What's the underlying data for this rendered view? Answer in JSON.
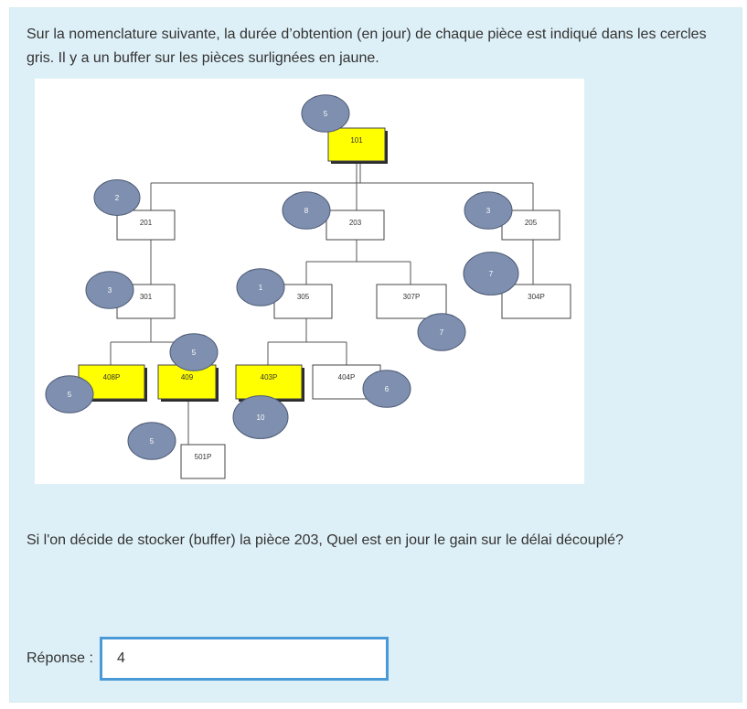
{
  "question": {
    "intro": "Sur la nomenclature suivante, la durée d’obtention (en jour) de chaque pièce est indiqué dans les cercles gris. Il y a un buffer sur les pièces surlignées en jaune.",
    "sub_question": "Si l'on décide de stocker (buffer) la pièce 203, Quel est en jour le gain sur le délai découplé?",
    "answer_label": "Réponse :",
    "answer_value": "4"
  },
  "diagram": {
    "nodes": [
      {
        "id": "101",
        "highlight": true,
        "duration": "5"
      },
      {
        "id": "201",
        "highlight": false,
        "duration": "2"
      },
      {
        "id": "203",
        "highlight": false,
        "duration": "8"
      },
      {
        "id": "205",
        "highlight": false,
        "duration": "3"
      },
      {
        "id": "301",
        "highlight": false,
        "duration": "3"
      },
      {
        "id": "305",
        "highlight": false,
        "duration": "1"
      },
      {
        "id": "307P",
        "highlight": false,
        "duration": "7"
      },
      {
        "id": "304P",
        "highlight": false,
        "duration": "7"
      },
      {
        "id": "408P",
        "highlight": true,
        "duration": "5"
      },
      {
        "id": "409",
        "highlight": true,
        "duration": "5"
      },
      {
        "id": "403P",
        "highlight": true,
        "duration": "10"
      },
      {
        "id": "404P",
        "highlight": false,
        "duration": "6"
      },
      {
        "id": "501P",
        "highlight": false,
        "duration": "5"
      }
    ],
    "colors": {
      "highlight": "#ffff00",
      "box": "#ffffff",
      "circle": "#7e8faf",
      "line": "#555555"
    }
  }
}
